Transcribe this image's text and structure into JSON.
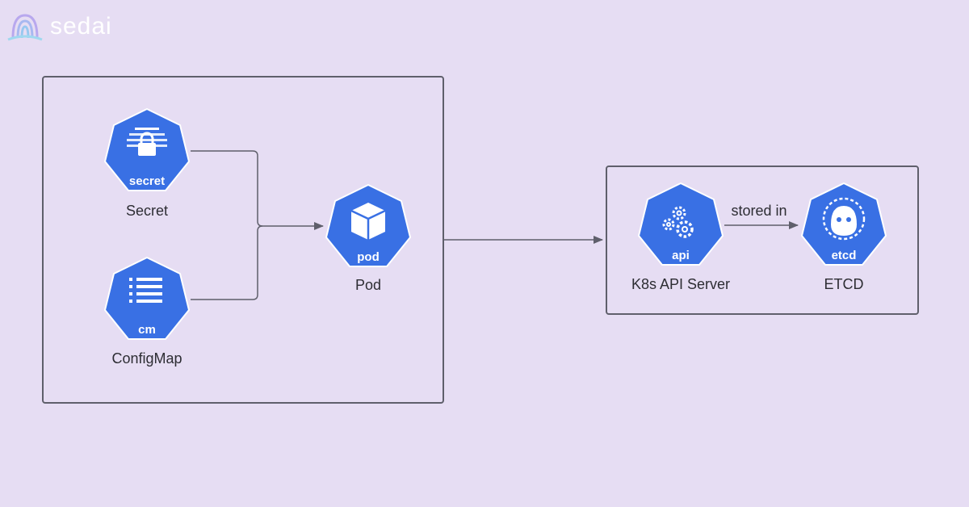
{
  "brand": {
    "name": "sedai"
  },
  "colors": {
    "background": "#e6ddf3",
    "node": "#3970e4",
    "line": "#5f5f6b"
  },
  "nodes": {
    "secret": {
      "icon_text": "secret",
      "label": "Secret",
      "icon": "secret-lock-icon"
    },
    "configmap": {
      "icon_text": "cm",
      "label": "ConfigMap",
      "icon": "configmap-list-icon"
    },
    "pod": {
      "icon_text": "pod",
      "label": "Pod",
      "icon": "pod-cube-icon"
    },
    "api": {
      "icon_text": "api",
      "label": "K8s API Server",
      "icon": "api-gears-icon"
    },
    "etcd": {
      "icon_text": "etcd",
      "label": "ETCD",
      "icon": "etcd-icon"
    }
  },
  "edges": {
    "api_to_etcd": {
      "label": "stored in"
    }
  }
}
